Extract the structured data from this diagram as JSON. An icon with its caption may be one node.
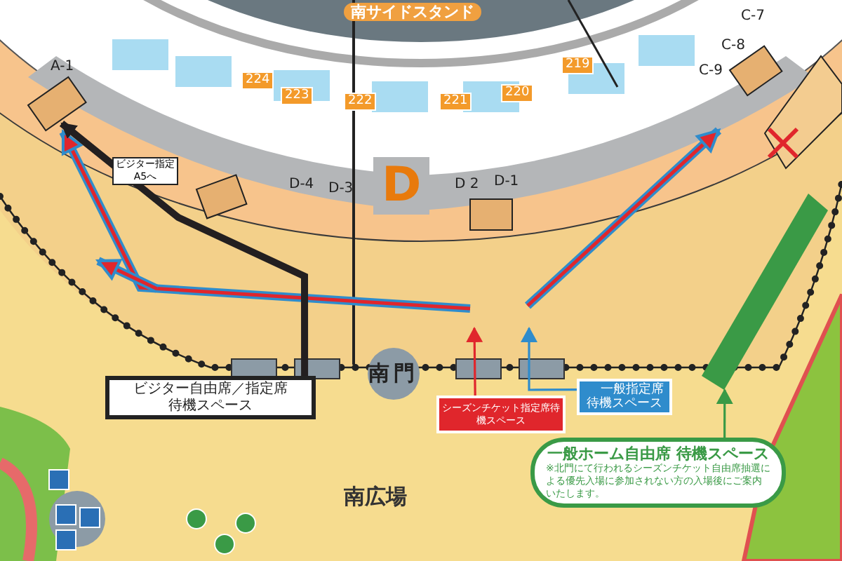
{
  "diagram": {
    "nodes": [
      {
        "text": [
          "ビジター自由席／指定席待機スペース"
        ]
      },
      {
        "text": [
          "南門"
        ]
      },
      {
        "text": [
          "シーズンチケット指定席待機スペース"
        ]
      },
      {
        "text": [
          "一般指定席待機スペース"
        ]
      },
      {
        "text": [],
        "shape": "bar"
      },
      {
        "text": [
          "一般ホーム自由席 待機スペース",
          "※北門にて行われるシーズンチケット自由席抽選による優先入場に参加されない方の入場後にご案内いたします。"
        ]
      }
    ],
    "edges": [
      {
        "from": 0,
        "to": null,
        "arrow": "to",
        "label": "ビジター指定A5へ",
        "style": "thick",
        "color": "#231f20"
      },
      {
        "from": 2,
        "to": null,
        "arrow": "to",
        "color": "#e0262c"
      },
      {
        "from": 3,
        "to": null,
        "arrow": "to",
        "color": "#2f8ccc"
      },
      {
        "from": 5,
        "to": 4,
        "arrow": "to",
        "color": "#3a9a46"
      }
    ],
    "labels": [
      "南サイドスタンド",
      "224",
      "223",
      "222",
      "221",
      "220",
      "219",
      "A-1",
      "D-4",
      "D-3",
      "D 2",
      "D-1",
      "C-7",
      "C-8",
      "C-9",
      "D",
      "南広場"
    ]
  }
}
